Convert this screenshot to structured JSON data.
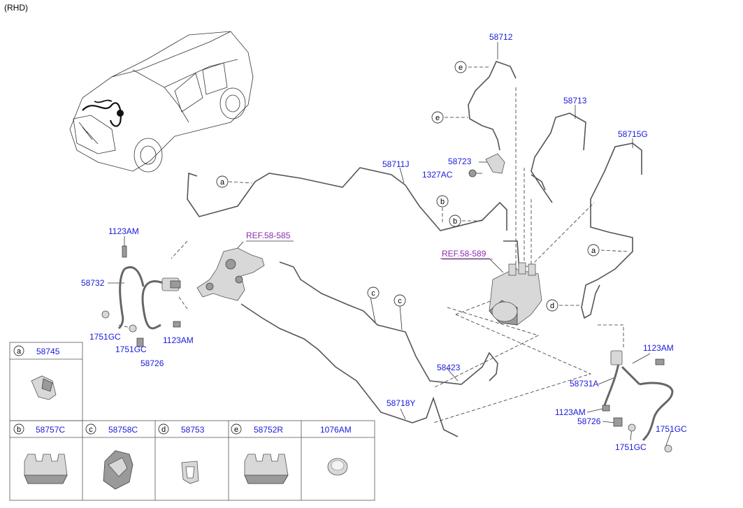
{
  "corner_label": "(RHD)",
  "labels": {
    "p58712": "58712",
    "p58713": "58713",
    "p58715G": "58715G",
    "p58711J": "58711J",
    "p58723": "58723",
    "p1327AC": "1327AC",
    "p1123AM_a": "1123AM",
    "p58732": "58732",
    "p1751GC_a": "1751GC",
    "p1751GC_b": "1751GC",
    "p1123AM_b": "1123AM",
    "p58726_a": "58726",
    "ref58585": "REF.58-585",
    "ref58589": "REF.58-589",
    "p58423": "58423",
    "p58718Y": "58718Y",
    "p1123AM_c": "1123AM",
    "p58731A": "58731A",
    "p1123AM_d": "1123AM",
    "p58726_b": "58726",
    "p1751GC_c": "1751GC",
    "p1751GC_d": "1751GC"
  },
  "callouts": {
    "e1": "e",
    "e2": "e",
    "a1": "a",
    "b1": "b",
    "b2": "b",
    "c1": "c",
    "c2": "c",
    "a2": "a",
    "d1": "d"
  },
  "legend": {
    "top": {
      "letter": "a",
      "part": "58745"
    },
    "row": [
      {
        "letter": "b",
        "part": "58757C"
      },
      {
        "letter": "c",
        "part": "58758C"
      },
      {
        "letter": "d",
        "part": "58753"
      },
      {
        "letter": "e",
        "part": "58752R"
      },
      {
        "letter": "",
        "part": "1076AM"
      }
    ]
  }
}
